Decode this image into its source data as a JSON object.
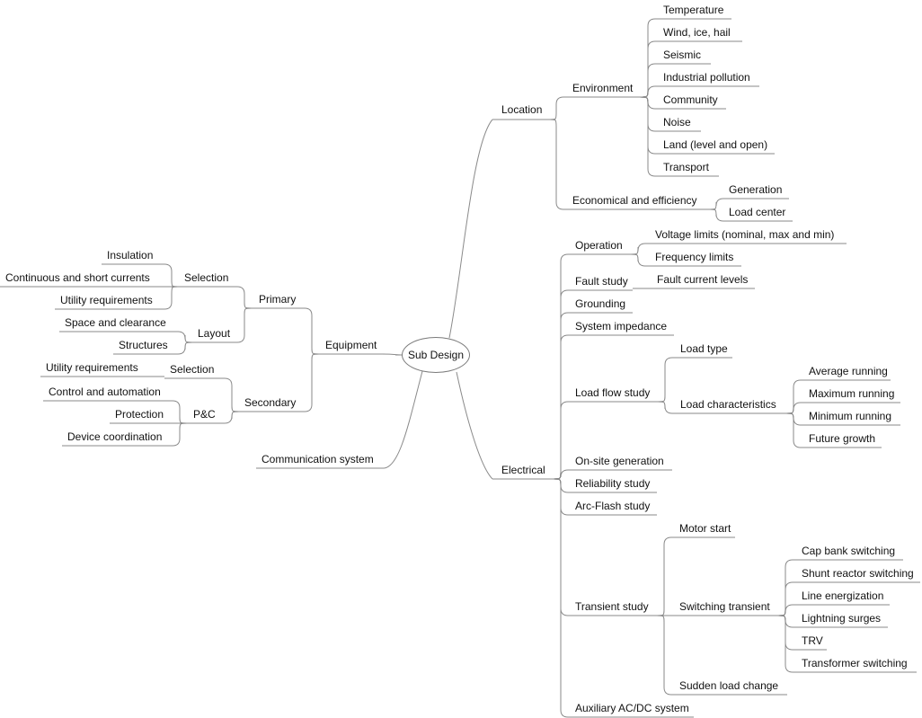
{
  "root": "Sub Design",
  "location": {
    "label": "Location",
    "environment": {
      "label": "Environment",
      "items": [
        "Temperature",
        "Wind, ice, hail",
        "Seismic",
        "Industrial pollution",
        "Community",
        "Noise",
        "Land (level and open)",
        "Transport"
      ]
    },
    "economical": {
      "label": "Economical and efficiency",
      "items": [
        "Generation",
        "Load center"
      ]
    }
  },
  "electrical": {
    "label": "Electrical",
    "operation": {
      "label": "Operation",
      "items": [
        "Voltage limits (nominal, max and min)",
        "Frequency limits"
      ]
    },
    "fault_study": {
      "label": "Fault study",
      "items": [
        "Fault current levels"
      ]
    },
    "grounding": "Grounding",
    "system_impedance": "System impedance",
    "load_flow": {
      "label": "Load flow study",
      "load_type": "Load type",
      "load_characteristics": {
        "label": "Load characteristics",
        "items": [
          "Average running",
          "Maximum running",
          "Minimum running",
          "Future growth"
        ]
      }
    },
    "onsite_generation": "On-site generation",
    "reliability_study": "Reliability study",
    "arc_flash_study": "Arc-Flash study",
    "transient": {
      "label": "Transient study",
      "motor_start": "Motor start",
      "switching_transient": {
        "label": "Switching transient",
        "items": [
          "Cap bank switching",
          "Shunt reactor switching",
          "Line energization",
          "Lightning surges",
          "TRV",
          "Transformer switching"
        ]
      },
      "sudden_load_change": "Sudden load change"
    },
    "auxiliary": "Auxiliary AC/DC system"
  },
  "equipment": {
    "label": "Equipment",
    "primary": {
      "label": "Primary",
      "selection": {
        "label": "Selection",
        "items": [
          "Insulation",
          "Continuous and short currents",
          "Utility requirements"
        ]
      },
      "layout": {
        "label": "Layout",
        "items": [
          "Space and clearance",
          "Structures"
        ]
      }
    },
    "secondary": {
      "label": "Secondary",
      "selection": {
        "label": "Selection",
        "items": [
          "Utility requirements"
        ]
      },
      "pc": {
        "label": "P&C",
        "items": [
          "Control and automation",
          "Protection",
          "Device coordination"
        ]
      }
    }
  },
  "communication": "Communication system"
}
